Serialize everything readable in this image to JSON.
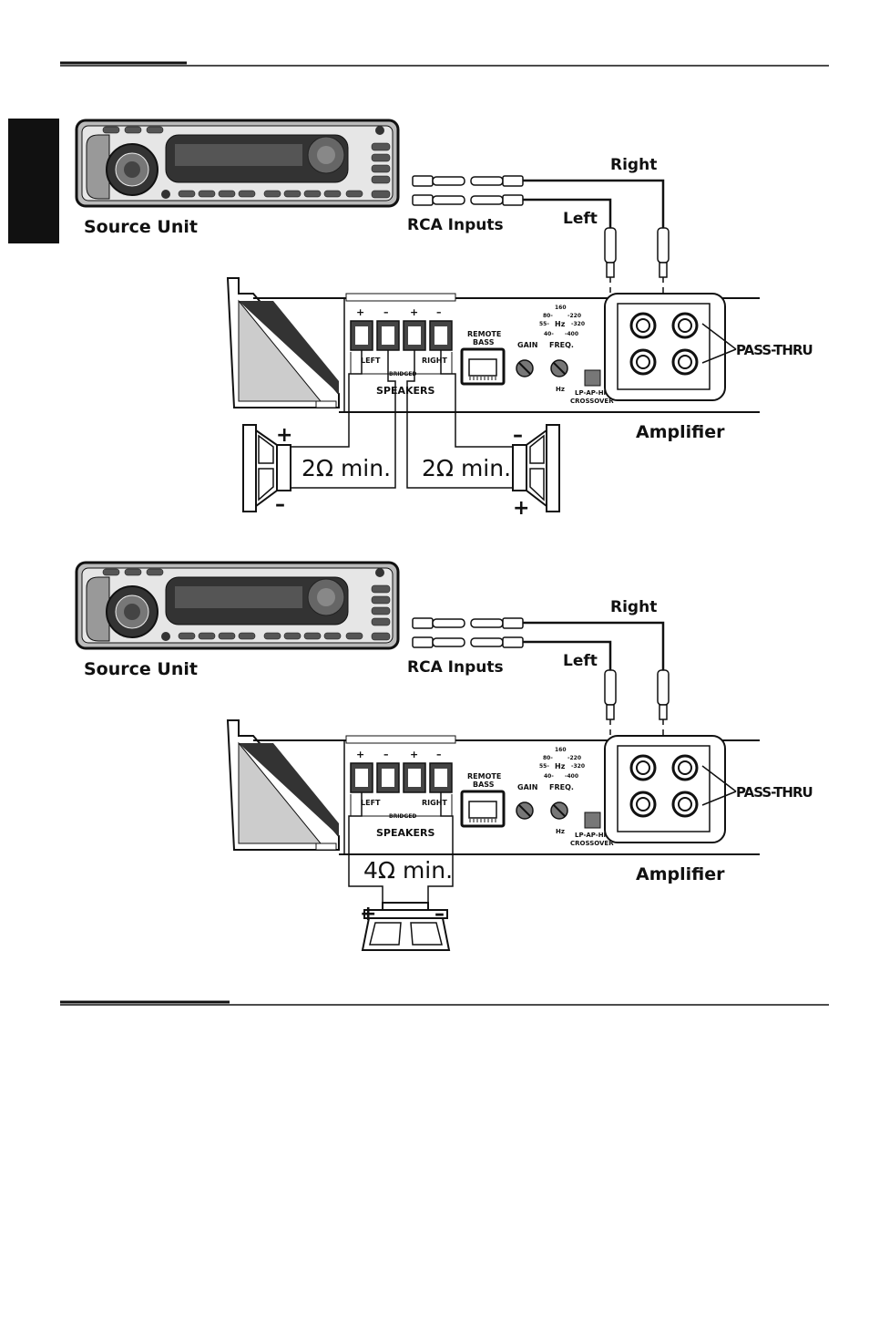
{
  "diagrams": [
    {
      "source_label": "Source Unit",
      "rca_label": "RCA Inputs",
      "right_label": "Right",
      "left_label": "Left",
      "amp_label": "Amplifier",
      "passthru_label": "PASS-THRU",
      "speakers_label": "SPEAKERS",
      "left_terminal": "LEFT",
      "right_terminal": "RIGHT",
      "bridged_label": "BRIDGED",
      "remote_label": "REMOTE",
      "bass_label": "BASS",
      "gain_label": "GAIN",
      "freq_label": "FREQ.",
      "hz_label": "Hz",
      "xover_label_1": "LP-AP-HP",
      "xover_label_2": "CROSSOVER",
      "freq_marks": [
        "160",
        "80-",
        "-220",
        "55-",
        "-320",
        "40-",
        "-400"
      ],
      "term_signs": [
        "+",
        "–",
        "+",
        "–"
      ],
      "load_left": "2Ω min.",
      "load_right": "2Ω min.",
      "spk_left_top": "+",
      "spk_left_bottom": "–",
      "spk_right_top": "–",
      "spk_right_bottom": "+"
    },
    {
      "source_label": "Source Unit",
      "rca_label": "RCA Inputs",
      "right_label": "Right",
      "left_label": "Left",
      "amp_label": "Amplifier",
      "passthru_label": "PASS-THRU",
      "speakers_label": "SPEAKERS",
      "left_terminal": "LEFT",
      "right_terminal": "RIGHT",
      "bridged_label": "BRIDGED",
      "remote_label": "REMOTE",
      "bass_label": "BASS",
      "gain_label": "GAIN",
      "freq_label": "FREQ.",
      "hz_label": "Hz",
      "xover_label_1": "LP-AP-HP",
      "xover_label_2": "CROSSOVER",
      "freq_marks": [
        "160",
        "80-",
        "-220",
        "55-",
        "-320",
        "40-",
        "-400"
      ],
      "term_signs": [
        "+",
        "–",
        "+",
        "–"
      ],
      "load_bridged": "4Ω min.",
      "spk_plus": "+",
      "spk_minus": "–"
    }
  ],
  "colors": {
    "ink": "#111111",
    "paper": "#ffffff",
    "device": "#e6e6e6",
    "display": "#333333"
  }
}
